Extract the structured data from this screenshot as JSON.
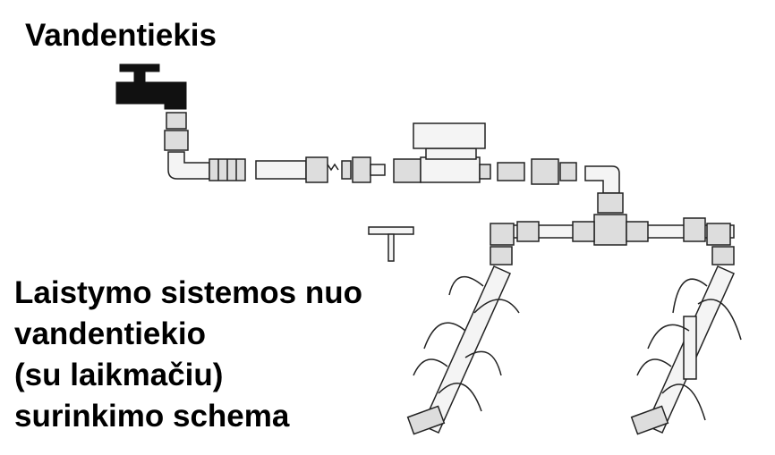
{
  "title": "Vandentiekis",
  "caption": {
    "lines": [
      "Laistymo sistemos nuo",
      "vandentiekio",
      "(su laikmačiu)",
      "surinkimo schema"
    ]
  }
}
